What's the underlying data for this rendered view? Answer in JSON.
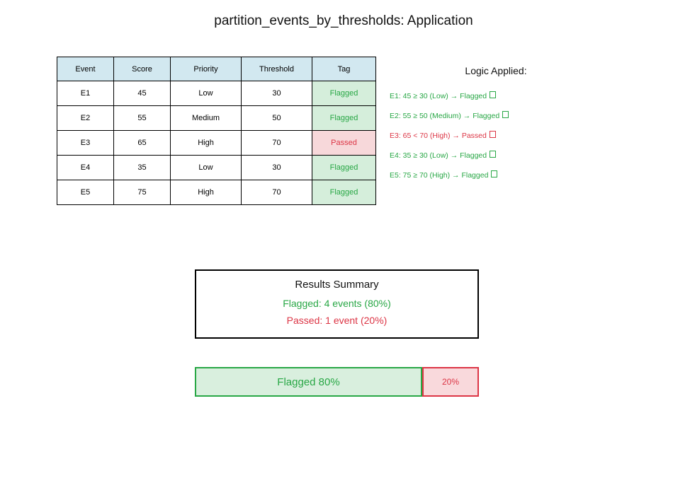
{
  "title": "partition_events_by_thresholds: Application",
  "colors": {
    "flagged_text": "#28a745",
    "passed_text": "#dc3545",
    "flagged_bg": "#d5eedb",
    "passed_bg": "#f7d8da",
    "table_header_bg": "#d2e8f0",
    "border_black": "#000000"
  },
  "table": {
    "headers": [
      "Event",
      "Score",
      "Priority",
      "Threshold",
      "Tag"
    ],
    "rows": [
      {
        "event": "E1",
        "score": "45",
        "priority": "Low",
        "threshold": "30",
        "tag": "Flagged",
        "status": "flagged"
      },
      {
        "event": "E2",
        "score": "55",
        "priority": "Medium",
        "threshold": "50",
        "tag": "Flagged",
        "status": "flagged"
      },
      {
        "event": "E3",
        "score": "65",
        "priority": "High",
        "threshold": "70",
        "tag": "Passed",
        "status": "passed"
      },
      {
        "event": "E4",
        "score": "35",
        "priority": "Low",
        "threshold": "30",
        "tag": "Flagged",
        "status": "flagged"
      },
      {
        "event": "E5",
        "score": "75",
        "priority": "High",
        "threshold": "70",
        "tag": "Flagged",
        "status": "flagged"
      }
    ]
  },
  "logic": {
    "title": "Logic Applied:",
    "trailing_icon": "tofu-missing-glyph-box",
    "lines": [
      {
        "text": "E1: 45 ≥ 30 (Low) → Flagged",
        "status": "flagged"
      },
      {
        "text": "E2: 55 ≥ 50 (Medium) → Flagged",
        "status": "flagged"
      },
      {
        "text": "E3: 65 < 70 (High) → Passed",
        "status": "passed"
      },
      {
        "text": "E4: 35 ≥ 30 (Low) → Flagged",
        "status": "flagged"
      },
      {
        "text": "E5: 75 ≥ 70 (High) → Flagged",
        "status": "flagged"
      }
    ]
  },
  "summary": {
    "title": "Results Summary",
    "flagged_line": "Flagged: 4 events (80%)",
    "passed_line": "Passed: 1 event (20%)"
  },
  "bar": {
    "flagged_label": "Flagged 80%",
    "passed_label": "20%"
  },
  "chart_data": {
    "type": "bar",
    "title": "Flagged vs Passed percentage bar",
    "categories": [
      "Flagged",
      "Passed"
    ],
    "values": [
      80,
      20
    ],
    "unit": "%",
    "xlim": [
      0,
      100
    ],
    "colors": {
      "Flagged": "#28a745",
      "Passed": "#dc3545"
    }
  }
}
